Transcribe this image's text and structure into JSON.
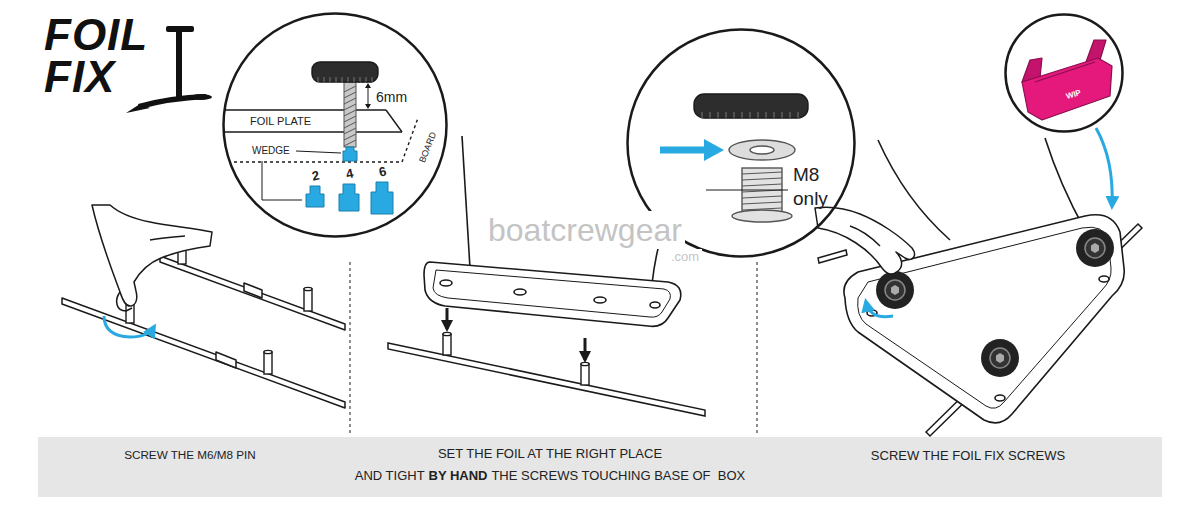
{
  "diagram": {
    "title": "FOIL FIX",
    "nodes": [
      {
        "text": [
          "6mm",
          "FOIL PLATE",
          "WEDGE",
          "BOARD",
          "2",
          "4",
          "6"
        ]
      },
      {
        "text": [
          "M8 only"
        ]
      },
      {
        "text": [
          "WIP"
        ]
      },
      {
        "text": [
          "SCREW THE M6/M8 PIN",
          "SET THE FOIL AT THE RIGHT PLACE",
          "AND TIGHT",
          "BY HAND",
          "THE SCREWS TOUCHING BASE OF  BOX",
          "SCREW THE FOIL FIX SCREWS"
        ]
      }
    ],
    "labels": [
      "boatcrewgear",
      ".com"
    ]
  }
}
